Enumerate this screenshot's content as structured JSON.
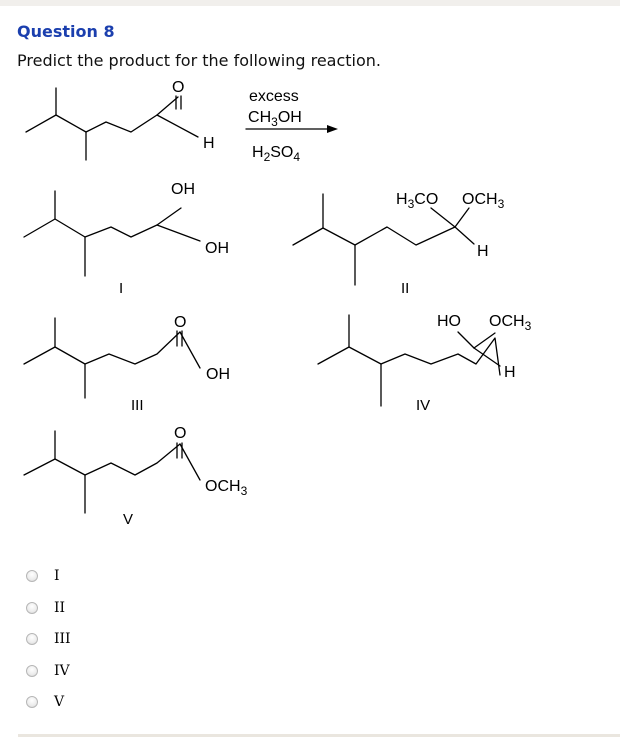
{
  "question": {
    "title": "Question 8",
    "prompt": "Predict the product for the following reaction."
  },
  "reaction": {
    "reactant_labels": {
      "carbonyl_o": "O",
      "aldehyde_h": "H"
    },
    "conditions": {
      "above_1": "excess",
      "above_2": "CH3OH",
      "below": "H2SO4"
    }
  },
  "structures": [
    {
      "numeral": "I",
      "labels": {
        "top": "OH",
        "right": "OH"
      }
    },
    {
      "numeral": "II",
      "labels": {
        "left": "H3CO",
        "right": "OCH3",
        "h": "H"
      }
    },
    {
      "numeral": "III",
      "labels": {
        "top": "O",
        "right": "OH"
      }
    },
    {
      "numeral": "IV",
      "labels": {
        "left": "HO",
        "right": "OCH3",
        "h": "H"
      }
    },
    {
      "numeral": "V",
      "labels": {
        "top": "O",
        "right": "OCH3"
      }
    }
  ],
  "choices": [
    {
      "label": "I"
    },
    {
      "label": "II"
    },
    {
      "label": "III"
    },
    {
      "label": "IV"
    },
    {
      "label": "V"
    }
  ],
  "colors": {
    "title": "#1b3fae",
    "accent_bar": "#f1efec"
  }
}
